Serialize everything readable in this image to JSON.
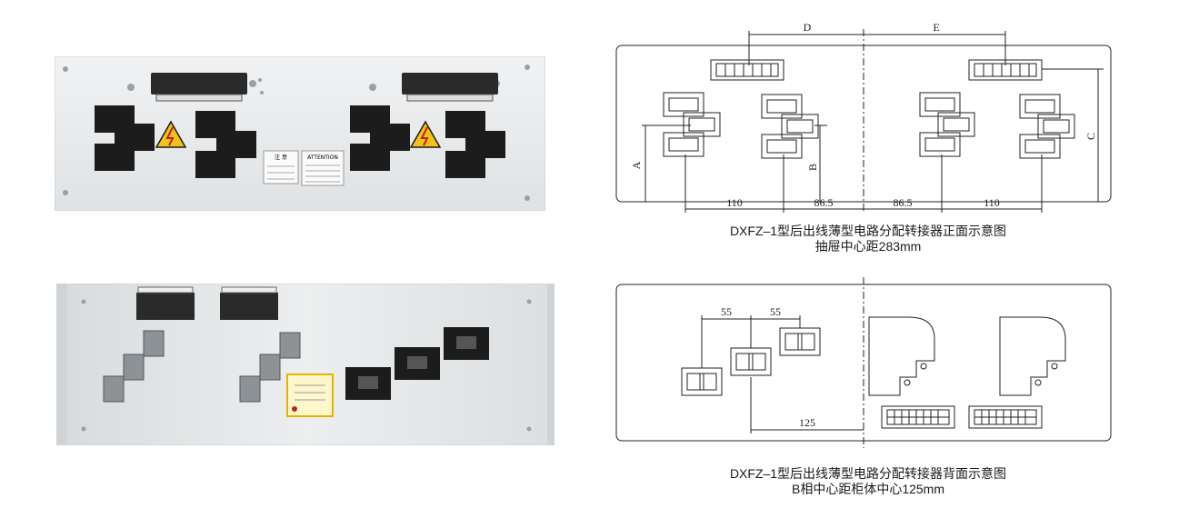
{
  "front": {
    "photo": {
      "label_left_lines": [
        "注 意",
        "",
        "",
        ""
      ],
      "label_right_title": "ATTENTION",
      "label_right_lines": [
        "",
        "",
        "",
        ""
      ]
    },
    "drawing": {
      "dims": {
        "D": "D",
        "E": "E",
        "A": "A",
        "B": "B",
        "C": "C",
        "d1": "110",
        "d2": "86.5",
        "d3": "86.5",
        "d4": "110"
      }
    },
    "caption": {
      "line1": "DXFZ–1型后出线薄型电路分配转接器正面示意图",
      "line2": "抽屉中心距283mm"
    }
  },
  "back": {
    "drawing": {
      "dims": {
        "d1": "55",
        "d2": "55",
        "d3": "125"
      }
    },
    "caption": {
      "line1": "DXFZ–1型后出线薄型电路分配转接器背面示意图",
      "line2": "B相中心距柜体中心125mm"
    }
  },
  "colors": {
    "panel": "#e9ebec",
    "panel_edge": "#c9cdd0",
    "socket": "#1c1c1c",
    "warning": "#f2c21b",
    "line": "#222222"
  }
}
